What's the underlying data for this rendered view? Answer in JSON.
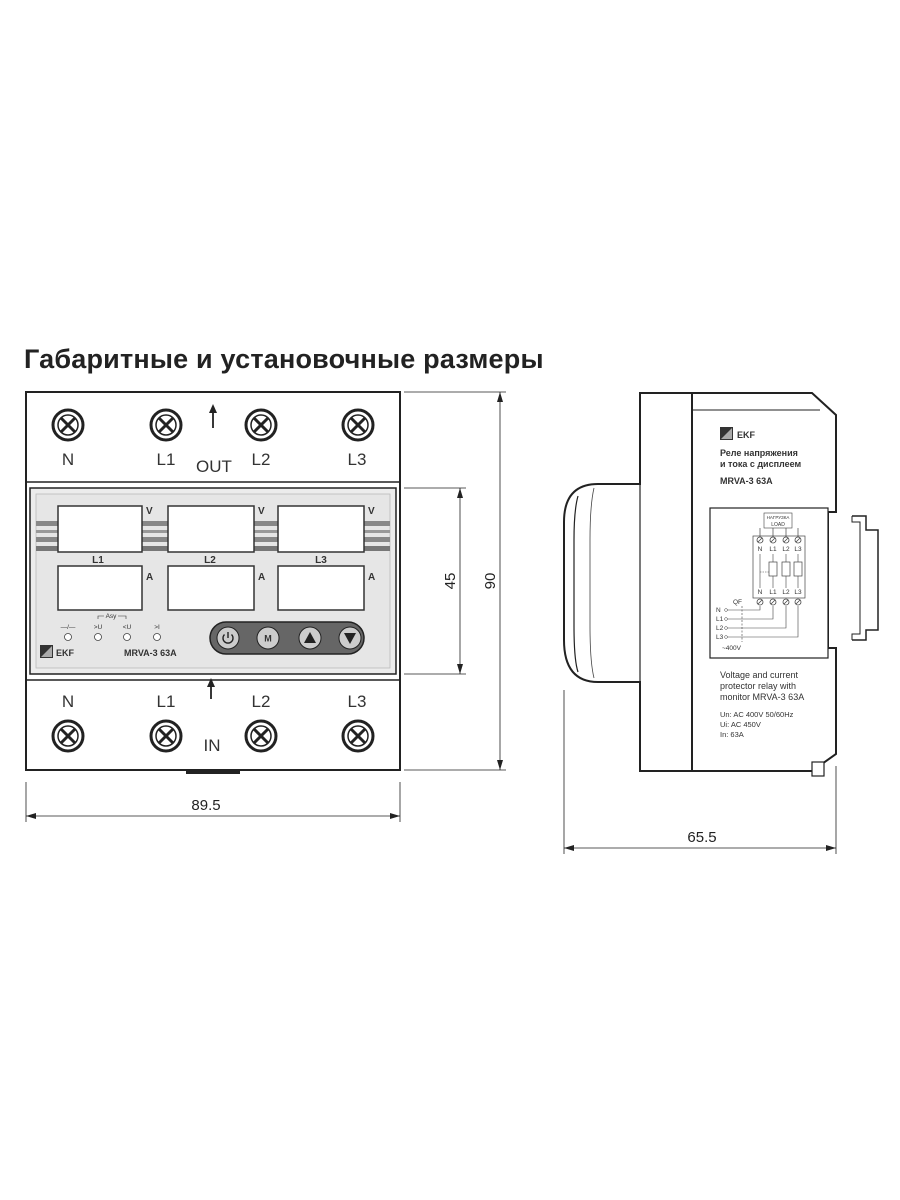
{
  "title": "Габаритные и установочные размеры",
  "front": {
    "terminals_top": [
      "N",
      "L1",
      "L2",
      "L3"
    ],
    "terminals_bottom": [
      "N",
      "L1",
      "L2",
      "L3"
    ],
    "out_label": "OUT",
    "in_label": "IN",
    "voltage_unit": "V",
    "current_unit": "A",
    "phase_labels": [
      "L1",
      "L2",
      "L3"
    ],
    "indicators": {
      "asy_label": "Asy",
      "items": [
        "—/—",
        ">U",
        "<U",
        ">I"
      ]
    },
    "brand": "EKF",
    "model": "MRVA-3 63A",
    "buttons": [
      "power",
      "menu",
      "up",
      "down"
    ],
    "menu_button_label": "M"
  },
  "dimensions": {
    "width": "89.5",
    "height": "90",
    "window_height": "45",
    "depth": "65.5"
  },
  "side": {
    "brand": "EKF",
    "product_name_line1": "Реле напряжения",
    "product_name_line2": "и тока с дисплеем",
    "model": "MRVA-3 63A",
    "load_label_line1": "НАГРУЗКА",
    "load_label_line2": "LOAD",
    "schematic_columns": [
      "N",
      "L1",
      "L2",
      "L3"
    ],
    "qf_label": "QF",
    "line_labels": [
      "N",
      "L1",
      "L2",
      "L3"
    ],
    "supply_label": "~400V",
    "desc_line1": "Voltage and current",
    "desc_line2": "protector relay with",
    "desc_line3": "monitor MRVA-3 63A",
    "spec_un": "Un: AC 400V 50/60Hz",
    "spec_ui": "Ui: AC 450V",
    "spec_in": "In: 63A"
  }
}
